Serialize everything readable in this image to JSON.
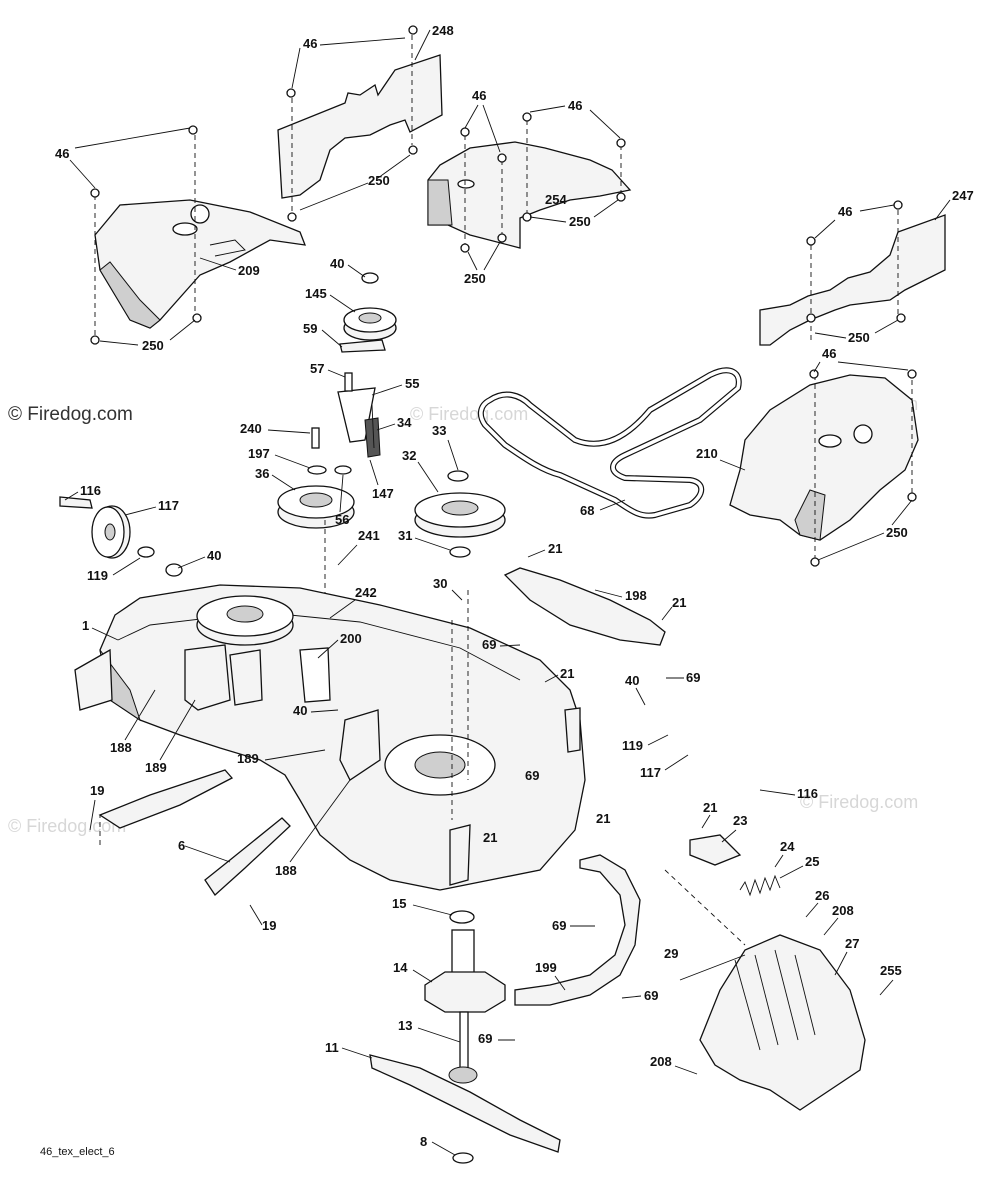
{
  "watermark": {
    "main": "© Firedog.com",
    "faint": "© Firedog.com"
  },
  "diagram_code": "46_tex_elect_6",
  "callouts": {
    "c46_top": "46",
    "c248": "248",
    "c46_left": "46",
    "c46_ctr_a": "46",
    "c46_ctr_b": "46",
    "c250_a": "250",
    "c250_b": "250",
    "c250_c": "250",
    "c250_d": "250",
    "c250_e": "250",
    "c250_f": "250",
    "c254": "254",
    "c209": "209",
    "c247": "247",
    "c46_right": "46",
    "c46_right2": "46",
    "c40_top": "40",
    "c145": "145",
    "c59": "59",
    "c57": "57",
    "c55": "55",
    "c240": "240",
    "c34": "34",
    "c197": "197",
    "c36": "36",
    "c147": "147",
    "c56": "56",
    "c33": "33",
    "c32": "32",
    "c31": "31",
    "c68": "68",
    "c210": "210",
    "c116_left": "116",
    "c117_left": "117",
    "c40_left": "40",
    "c119_left": "119",
    "c241": "241",
    "c21_a": "21",
    "c30": "30",
    "c242": "242",
    "c198": "198",
    "c21_b": "21",
    "c1": "1",
    "c200": "200",
    "c69_a": "69",
    "c21_c": "21",
    "c69_b": "69",
    "c40_mid": "40",
    "c40_right": "40",
    "c188_a": "188",
    "c189_a": "189",
    "c189_b": "189",
    "c119_right": "119",
    "c117_right": "117",
    "c69_c": "69",
    "c116_right": "116",
    "c19_a": "19",
    "c6": "6",
    "c188_b": "188",
    "c21_d": "21",
    "c21_e": "21",
    "c21_f": "21",
    "c23": "23",
    "c24": "24",
    "c25": "25",
    "c15": "15",
    "c19_b": "19",
    "c69_d": "69",
    "c26": "26",
    "c208_a": "208",
    "c27": "27",
    "c29": "29",
    "c14": "14",
    "c199": "199",
    "c255": "255",
    "c69_e": "69",
    "c13": "13",
    "c69_f": "69",
    "c11": "11",
    "c208_b": "208",
    "c8": "8"
  }
}
